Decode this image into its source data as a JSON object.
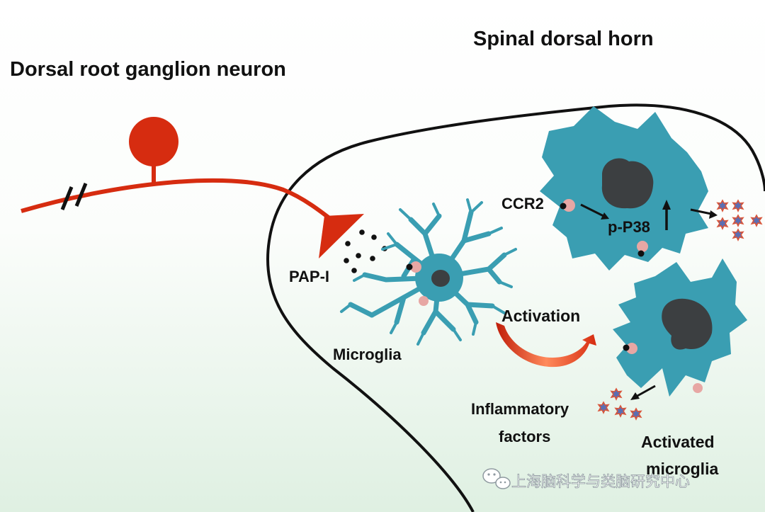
{
  "labels": {
    "drg_title": "Dorsal root ganglion neuron",
    "sdh_title": "Spinal dorsal horn",
    "pap": "PAP-I",
    "microglia": "Microglia",
    "ccr2": "CCR2",
    "pp38": "p-P38",
    "activation": "Activation",
    "inflammatory_line1": "Inflammatory",
    "inflammatory_line2": "factors",
    "activated_line1": "Activated",
    "activated_line2": "microglia"
  },
  "watermark": {
    "text": "上海脑科学与类脑研究中心",
    "icon": "wechat-icon"
  },
  "colors": {
    "background_top": "#ffffff",
    "background_bottom": "#dff0e2",
    "neuron": "#d62c10",
    "microglia": "#3a9eb2",
    "nucleus": "#3c3f41",
    "receptor": "#e7a7a4",
    "star_fill": "#5a6fb4",
    "star_stroke": "#d9553a",
    "outline": "#111111"
  }
}
